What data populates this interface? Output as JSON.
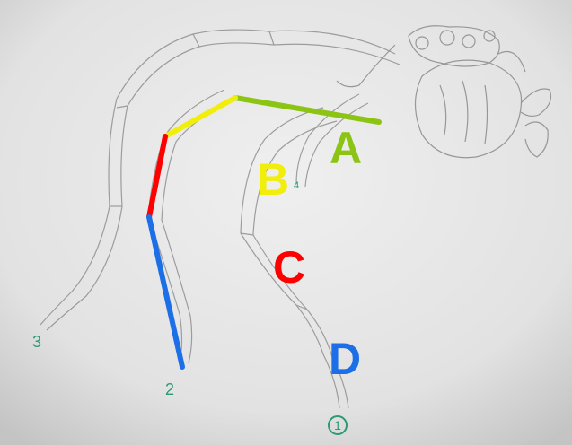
{
  "segments": [
    {
      "id": "A",
      "label": "A",
      "color": "#8cc414"
    },
    {
      "id": "B",
      "label": "B",
      "color": "#f2ee0c"
    },
    {
      "id": "C",
      "label": "C",
      "color": "#ff0000"
    },
    {
      "id": "D",
      "label": "D",
      "color": "#1d6fe8"
    }
  ],
  "leg_numbers": {
    "leg1": "1",
    "leg2": "2",
    "leg3": "3",
    "leg4": "4"
  },
  "colors": {
    "background": "#cfcfcf",
    "paper": "#e9e9e9",
    "sketch": "#8a8a8a",
    "number_ink": "#2c9a73"
  }
}
